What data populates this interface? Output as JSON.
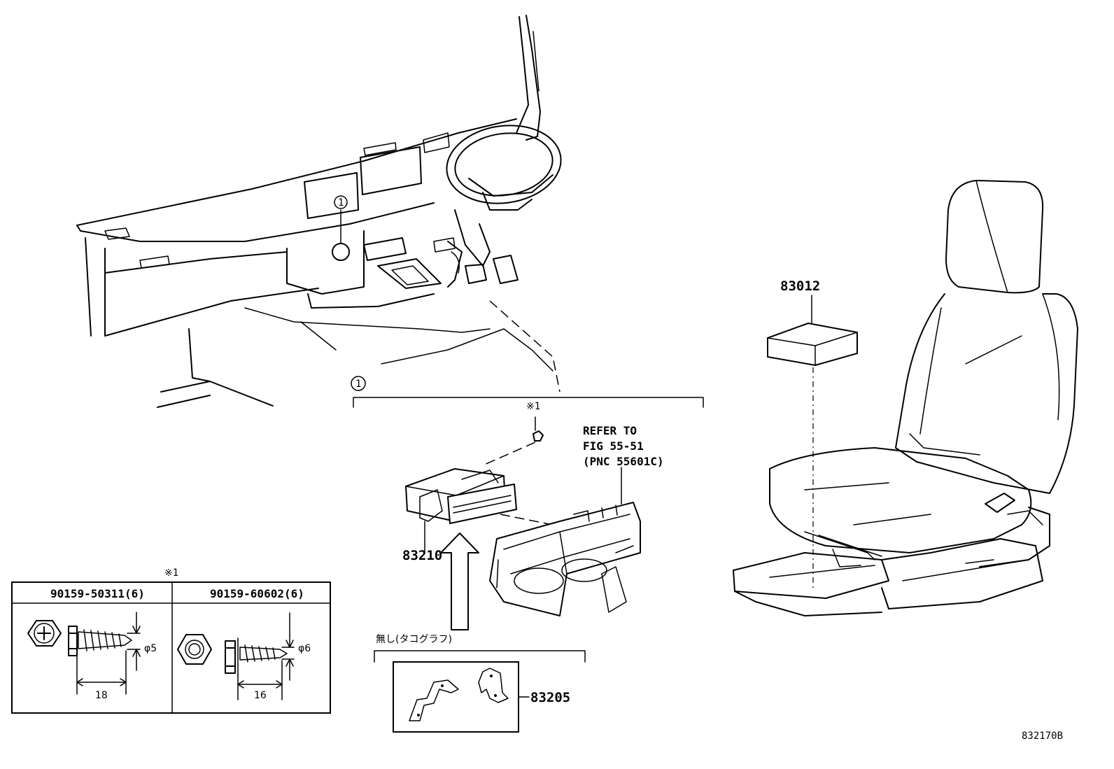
{
  "diagram": {
    "figure_code": "832170B",
    "callout_marker": "1",
    "asterisk_note": "※1",
    "refer_text": {
      "line1": "REFER TO",
      "line2": "FIG 55-51",
      "line3": "(PNC 55601C)"
    },
    "parts": {
      "tacho_unit": "83210",
      "bracket_set": "83205",
      "seat_module": "83012"
    },
    "option_label": "無し(タコグラフ)",
    "fastener_table": {
      "header_mark": "※1",
      "columns": [
        {
          "part_no": "90159-50311(6)",
          "diameter": "φ5",
          "length": "18"
        },
        {
          "part_no": "90159-60602(6)",
          "diameter": "φ6",
          "length": "16"
        }
      ]
    }
  }
}
